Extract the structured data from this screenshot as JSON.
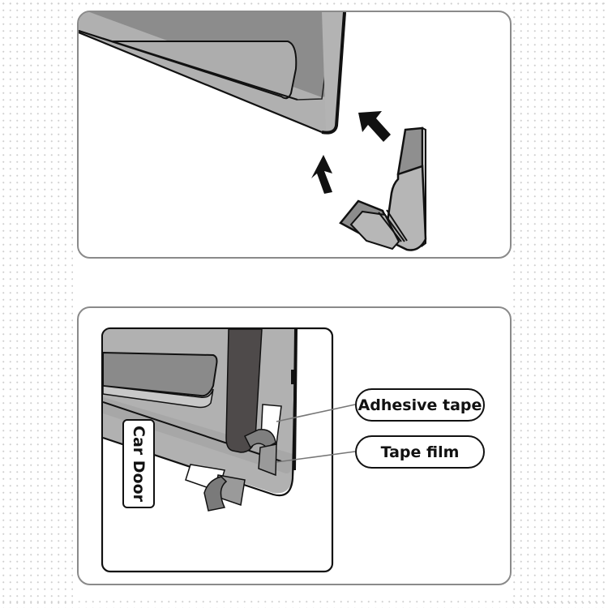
{
  "figure": {
    "panels": [
      {
        "id": "step-1",
        "description": "Corner protector being attached to the lower corner of a car door, indicated by two arrows",
        "elements": [
          "car-door-corner",
          "arrow",
          "arrow",
          "corner-guard"
        ]
      },
      {
        "id": "step-2",
        "description": "Close-up of car door corner showing adhesive tape and tape film placement",
        "labels": {
          "car_door": "Car Door",
          "adhesive_tape": "Adhesive tape",
          "tape_film": "Tape film"
        }
      }
    ],
    "colors": {
      "panel_border": "#8a8a8a",
      "door_light_gray": "#b4b4b4",
      "door_mid_gray": "#8c8c8c",
      "door_dark_gray": "#4e4a4a",
      "outline": "#111111",
      "dot_pattern": "#cfcfcf"
    }
  }
}
